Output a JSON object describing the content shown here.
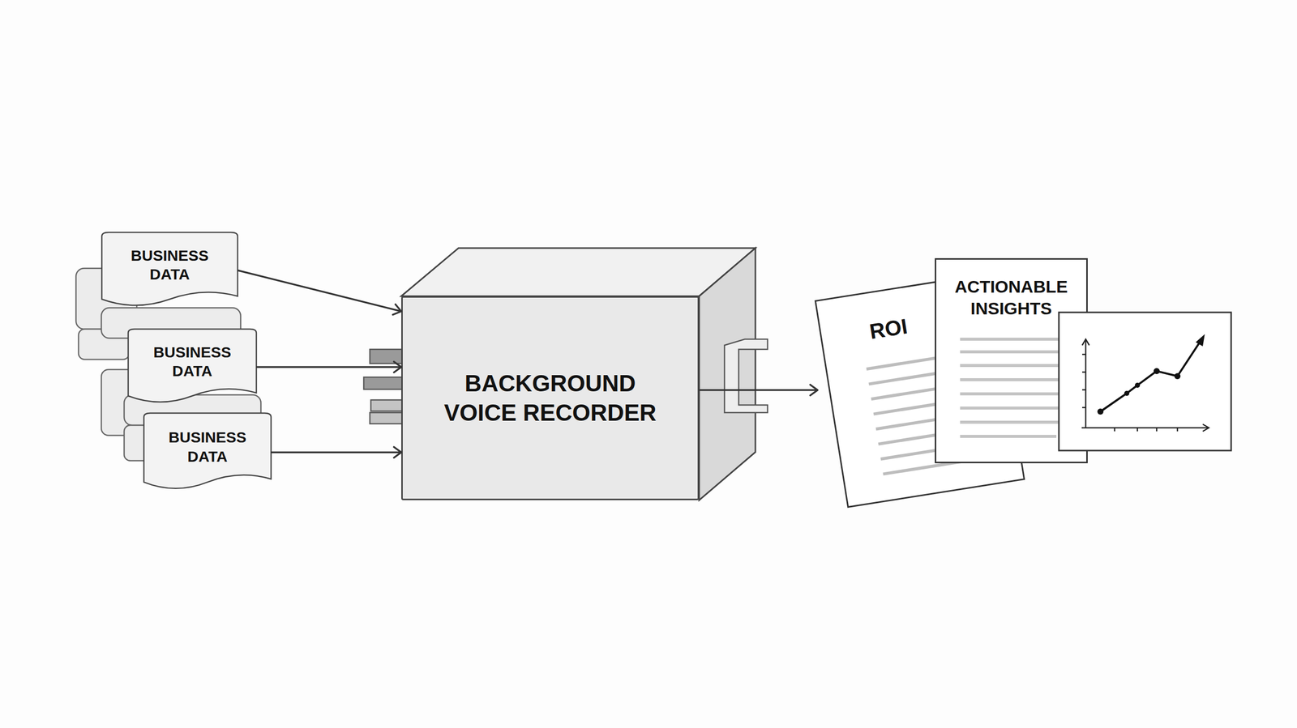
{
  "diagram": {
    "nodes": [
      {
        "text": [
          "BUSINESS DATA"
        ]
      },
      {
        "text": [
          "BUSINESS DATA"
        ]
      },
      {
        "text": [
          "BUSINESS DATA"
        ]
      },
      {
        "text": [
          "BACKGROUND VOICE RECORDER"
        ]
      },
      {
        "text": [
          "ROI"
        ]
      },
      {
        "text": [
          "ACTIONABLE INSIGHTS"
        ]
      }
    ],
    "edges": [
      {
        "from": 0,
        "to": 3,
        "arrow": "to"
      },
      {
        "from": 1,
        "to": 3,
        "arrow": "to"
      },
      {
        "from": 2,
        "to": 3,
        "arrow": "to"
      },
      {
        "from": 3,
        "to": 4,
        "arrow": "to"
      }
    ]
  }
}
